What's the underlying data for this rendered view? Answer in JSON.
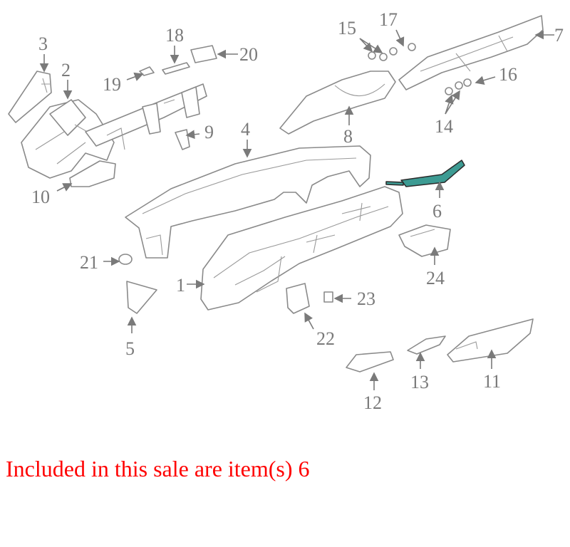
{
  "caption": "Included in this sale are item(s) 6",
  "colors": {
    "highlight": "#3d9b93",
    "caption": "#ff0000",
    "line_art": "#8a8a8a"
  },
  "callouts": [
    "1",
    "2",
    "3",
    "4",
    "5",
    "6",
    "7",
    "8",
    "9",
    "10",
    "11",
    "12",
    "13",
    "14",
    "15",
    "16",
    "17",
    "18",
    "19",
    "20",
    "21",
    "22",
    "23",
    "24"
  ]
}
